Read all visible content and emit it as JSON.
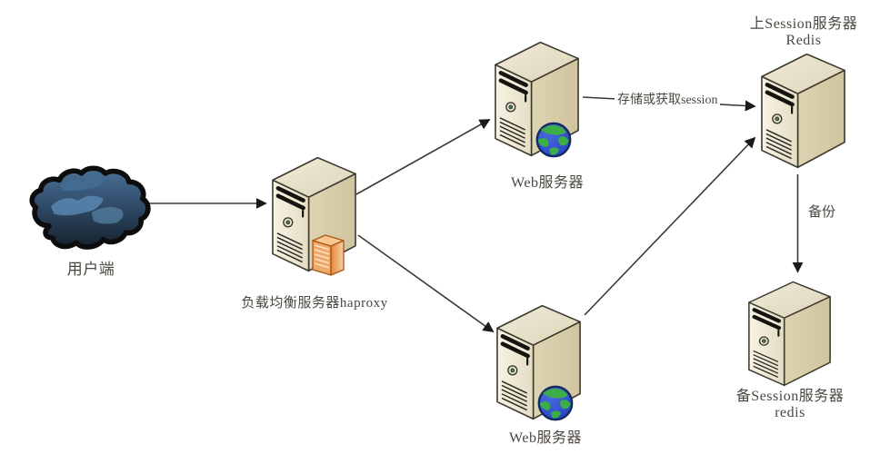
{
  "diagram": {
    "type": "network-architecture",
    "nodes": {
      "client": {
        "label": "用户端",
        "icon": "cloud-icon"
      },
      "load_balancer": {
        "label": "负载均衡服务器haproxy",
        "icon": "server-icon-with-expansion-card"
      },
      "web_server_top": {
        "label": "Web服务器",
        "icon": "server-icon-with-globe"
      },
      "web_server_bottom": {
        "label": "Web服务器",
        "icon": "server-icon-with-globe"
      },
      "session_server_primary": {
        "label_line1": "上Session服务器",
        "label_line2": "Redis",
        "icon": "server-icon"
      },
      "session_server_backup": {
        "label_line1": "备Session服务器",
        "label_line2": "redis",
        "icon": "server-icon"
      }
    },
    "edges": [
      {
        "from": "client",
        "to": "load_balancer",
        "label": ""
      },
      {
        "from": "load_balancer",
        "to": "web_server_top",
        "label": ""
      },
      {
        "from": "load_balancer",
        "to": "web_server_bottom",
        "label": ""
      },
      {
        "from": "web_server_top",
        "to": "session_server_primary",
        "label": "存储或获取session"
      },
      {
        "from": "web_server_bottom",
        "to": "session_server_primary",
        "label": ""
      },
      {
        "from": "session_server_primary",
        "to": "session_server_backup",
        "label": "备份"
      }
    ],
    "colors": {
      "server_front": "#efe9d6",
      "server_side": "#d6cba6",
      "server_top": "#e7e1c9",
      "outline": "#3b382c",
      "cloud_top": "#4a7199",
      "cloud_bottom": "#16222e",
      "globe_ocean": "#2f4fd0",
      "globe_land": "#3cae46",
      "card_orange": "#e8873a",
      "arrow": "#3a3a3a",
      "label_text": "#4b4740"
    }
  }
}
